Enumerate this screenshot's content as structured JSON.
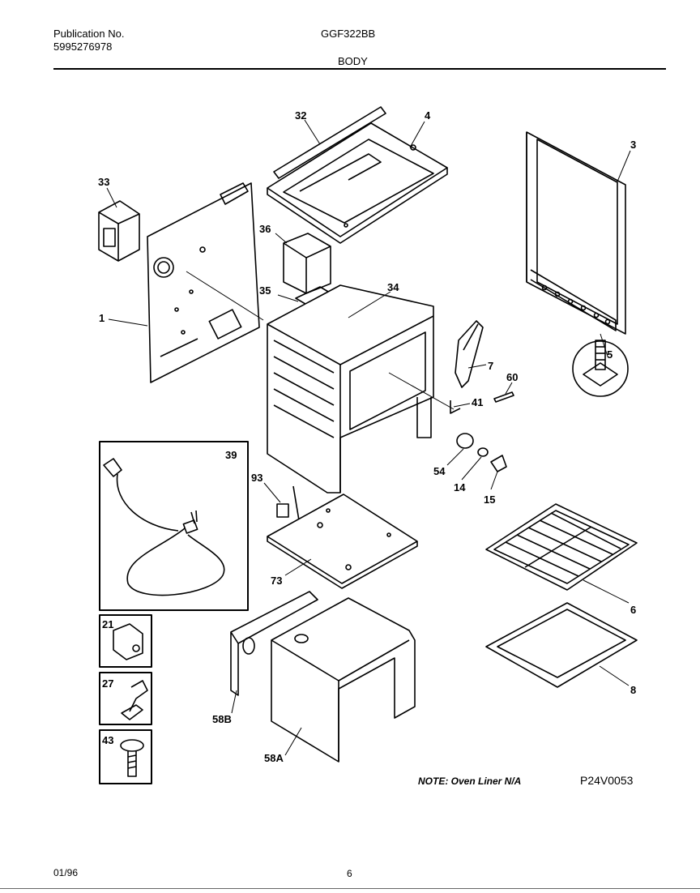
{
  "header": {
    "publication_label": "Publication No.",
    "publication_number": "5995276978",
    "model": "GGF322BB",
    "section_title": "BODY"
  },
  "parts": {
    "p1": "1",
    "p3": "3",
    "p4": "4",
    "p5": "5",
    "p6": "6",
    "p7": "7",
    "p8": "8",
    "p14": "14",
    "p15": "15",
    "p21": "21",
    "p27": "27",
    "p32": "32",
    "p33": "33",
    "p34": "34",
    "p35": "35",
    "p36": "36",
    "p39": "39",
    "p41": "41",
    "p43": "43",
    "p54": "54",
    "p58a": "58A",
    "p58b": "58B",
    "p60": "60",
    "p73": "73",
    "p93": "93"
  },
  "note": "NOTE: Oven Liner N/A",
  "diagram_code": "P24V0053",
  "footer": {
    "date": "01/96",
    "page": "6"
  }
}
